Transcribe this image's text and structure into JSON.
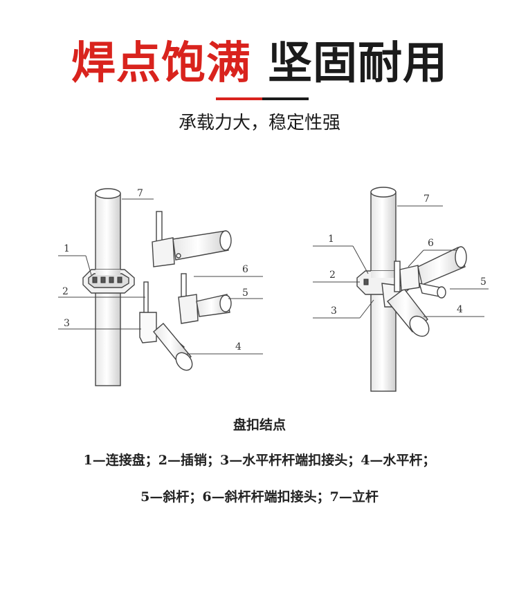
{
  "header": {
    "headline_red": "焊点饱满",
    "headline_dark": "坚固耐用",
    "subtitle": "承载力大，稳定性强"
  },
  "diagram": {
    "left_labels": [
      "1",
      "2",
      "3",
      "4",
      "5",
      "6",
      "7"
    ],
    "right_labels": [
      "1",
      "2",
      "3",
      "4",
      "5",
      "6",
      "7"
    ],
    "caption_title": "盘扣结点",
    "legend_line1": "1—连接盘；2—插销；3—水平杆杆端扣接头；4—水平杆；",
    "legend_line2": "5—斜杆；6—斜杆杆端扣接头；7—立杆"
  },
  "colors": {
    "accent_red": "#d9231d",
    "dark": "#1b1b1b"
  }
}
